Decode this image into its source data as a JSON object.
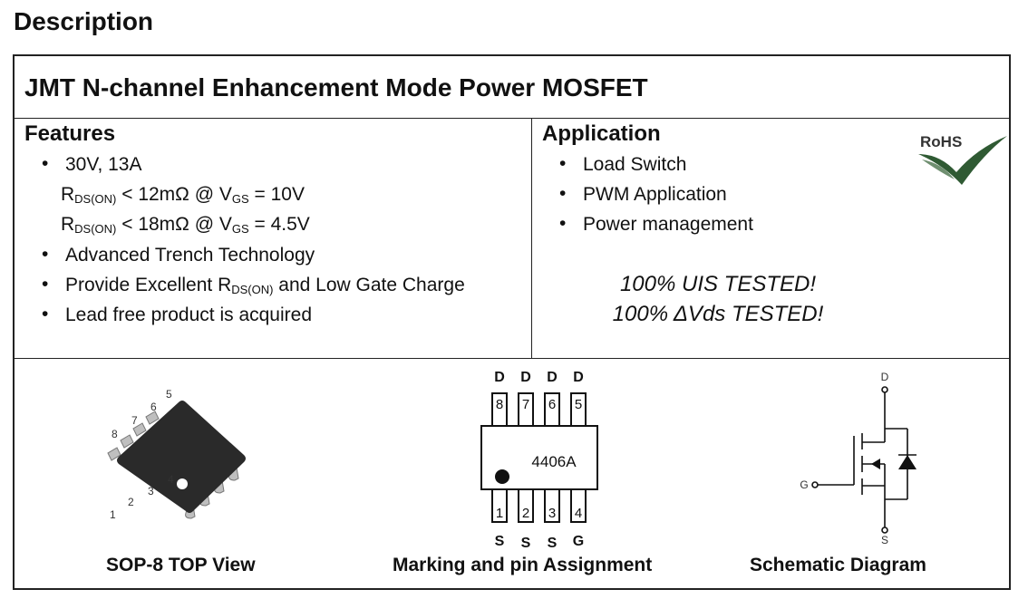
{
  "section_title": "Description",
  "product_title": "JMT N-channel Enhancement Mode Power MOSFET",
  "features": {
    "title": "Features",
    "item1": "30V, 13A",
    "rds1": {
      "prefix": "R",
      "sub": "DS(ON)",
      "mid": " < 12mΩ @ V",
      "sub2": "GS",
      "suffix": " = 10V"
    },
    "rds2": {
      "prefix": "R",
      "sub": "DS(ON)",
      "mid": " < 18mΩ @ V",
      "sub2": "GS",
      "suffix": " = 4.5V"
    },
    "item2": "Advanced Trench Technology",
    "item3": {
      "prefix": "Provide Excellent R",
      "sub": "DS(ON)",
      "suffix": " and Low Gate Charge"
    },
    "item4": "Lead free product is acquired"
  },
  "application": {
    "title": "Application",
    "items": [
      "Load Switch",
      "PWM Application",
      "Power management"
    ],
    "tested1": "100% UIS TESTED!",
    "tested2": "100% ΔVds TESTED!",
    "rohs_label": "RoHS"
  },
  "package": {
    "caption": "SOP-8 TOP View",
    "pin_numbers": [
      "1",
      "2",
      "3",
      "4",
      "5",
      "6",
      "7",
      "8"
    ]
  },
  "marking": {
    "caption": "Marking and pin Assignment",
    "chip_text": "4406A",
    "top_pins": [
      "8",
      "7",
      "6",
      "5"
    ],
    "top_labels": [
      "D",
      "D",
      "D",
      "D"
    ],
    "bottom_pins": [
      "1",
      "2",
      "3",
      "4"
    ],
    "bottom_labels": [
      "S",
      "S",
      "S",
      "G"
    ]
  },
  "schematic": {
    "caption": "Schematic Diagram",
    "drain_label": "D",
    "gate_label": "G",
    "source_label": "S"
  },
  "colors": {
    "rohs_green": "#2f5a33",
    "border": "#222222",
    "chip_body": "#2a2a2a"
  }
}
